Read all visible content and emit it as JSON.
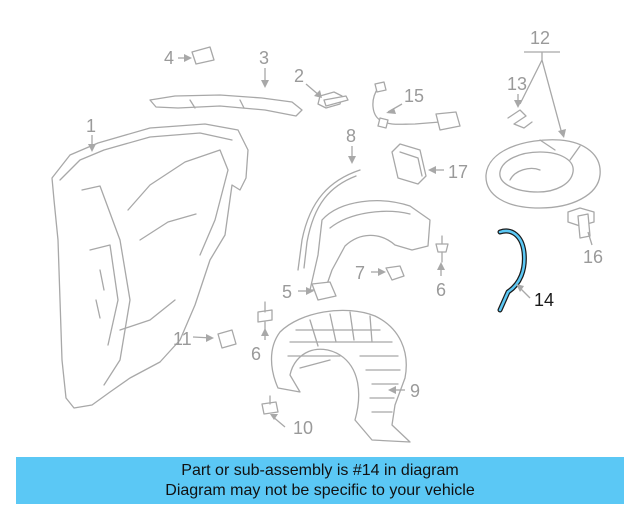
{
  "diagram": {
    "highlight_color": "#5bc8f5",
    "callouts": [
      {
        "id": "c1",
        "label": "1"
      },
      {
        "id": "c2",
        "label": "2"
      },
      {
        "id": "c3",
        "label": "3"
      },
      {
        "id": "c4",
        "label": "4"
      },
      {
        "id": "c5",
        "label": "5"
      },
      {
        "id": "c6a",
        "label": "6"
      },
      {
        "id": "c6b",
        "label": "6"
      },
      {
        "id": "c7",
        "label": "7"
      },
      {
        "id": "c8",
        "label": "8"
      },
      {
        "id": "c9",
        "label": "9"
      },
      {
        "id": "c10",
        "label": "10"
      },
      {
        "id": "c11",
        "label": "11"
      },
      {
        "id": "c12",
        "label": "12"
      },
      {
        "id": "c13",
        "label": "13"
      },
      {
        "id": "c14",
        "label": "14"
      },
      {
        "id": "c15",
        "label": "15"
      },
      {
        "id": "c16",
        "label": "16"
      },
      {
        "id": "c17",
        "label": "17"
      }
    ]
  },
  "banner": {
    "line1": "Part or sub-assembly is #14 in diagram",
    "line2": "Diagram may not be specific to your vehicle",
    "background": "#5bc8f5"
  }
}
